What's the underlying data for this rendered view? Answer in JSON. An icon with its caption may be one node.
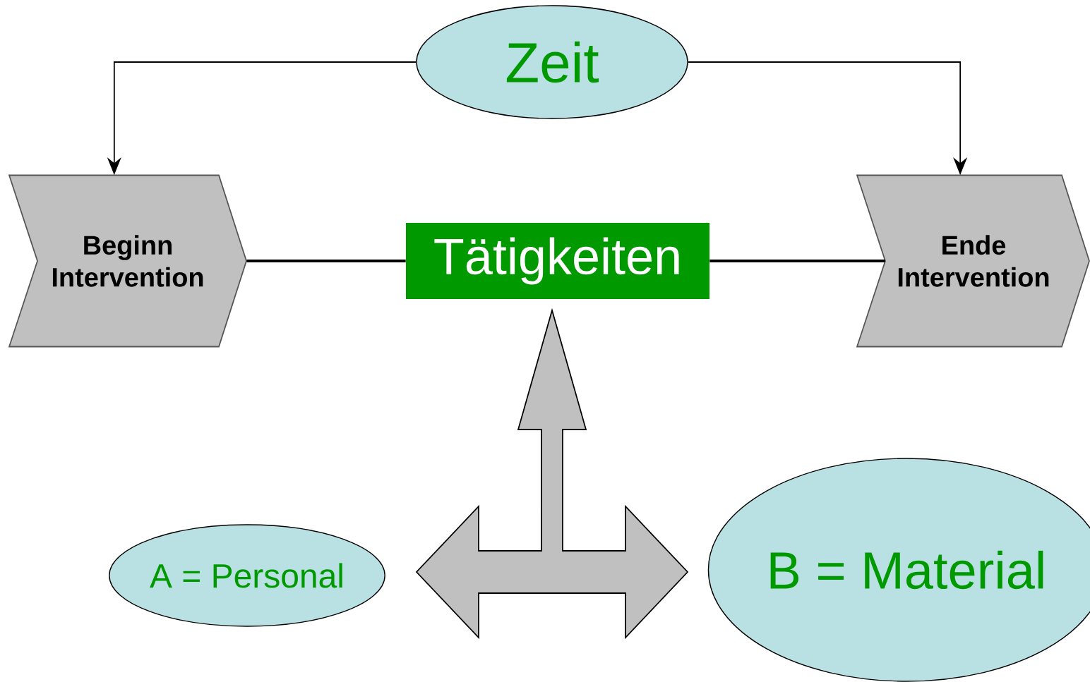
{
  "diagram": {
    "nodes": [
      {
        "text": [
          "Zeit"
        ]
      },
      {
        "text": [
          "Beginn Intervention"
        ]
      },
      {
        "text": [
          "Tätigkeiten"
        ]
      },
      {
        "text": [
          "Ende Intervention"
        ]
      },
      {
        "text": [
          "A = Personal"
        ]
      },
      {
        "text": [
          "B = Material"
        ]
      }
    ],
    "edges": [
      {
        "from": 0,
        "to": 1,
        "arrow": "to"
      },
      {
        "from": 0,
        "to": 3,
        "arrow": "to"
      },
      {
        "from": 1,
        "to": 2,
        "arrow": "none",
        "style": "thick"
      },
      {
        "from": 2,
        "to": 3,
        "arrow": "none",
        "style": "thick"
      },
      {
        "from": 4,
        "to": 5,
        "arrow": "both"
      },
      {
        "from": null,
        "to": 2,
        "arrow": "to"
      }
    ]
  }
}
